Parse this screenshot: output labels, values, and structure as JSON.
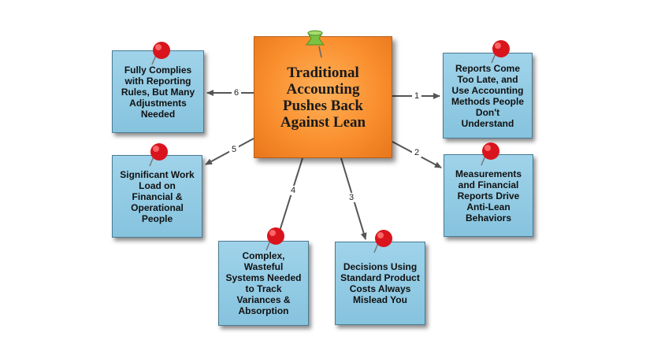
{
  "center": {
    "title": "Traditional Accounting Pushes Back Against Lean"
  },
  "notes": [
    {
      "number": "1",
      "text": "Reports Come Too Late, and Use Accounting Methods People Don't Understand"
    },
    {
      "number": "2",
      "text": "Measurements and Financial Reports Drive Anti-Lean Behaviors"
    },
    {
      "number": "3",
      "text": "Decisions Using Standard Product Costs Always Mislead You"
    },
    {
      "number": "4",
      "text": "Complex, Wasteful Systems Needed to Track Variances & Absorption"
    },
    {
      "number": "5",
      "text": "Significant Work Load on Financial & Operational People"
    },
    {
      "number": "6",
      "text": "Fully Complies with Reporting Rules, But Many Adjustments Needed"
    }
  ],
  "colors": {
    "center_fill": "#f98d2c",
    "note_fill": "#9fd3ea",
    "pin_red": "#d9141c",
    "pin_green": "#7cc242",
    "arrow": "#555555"
  }
}
